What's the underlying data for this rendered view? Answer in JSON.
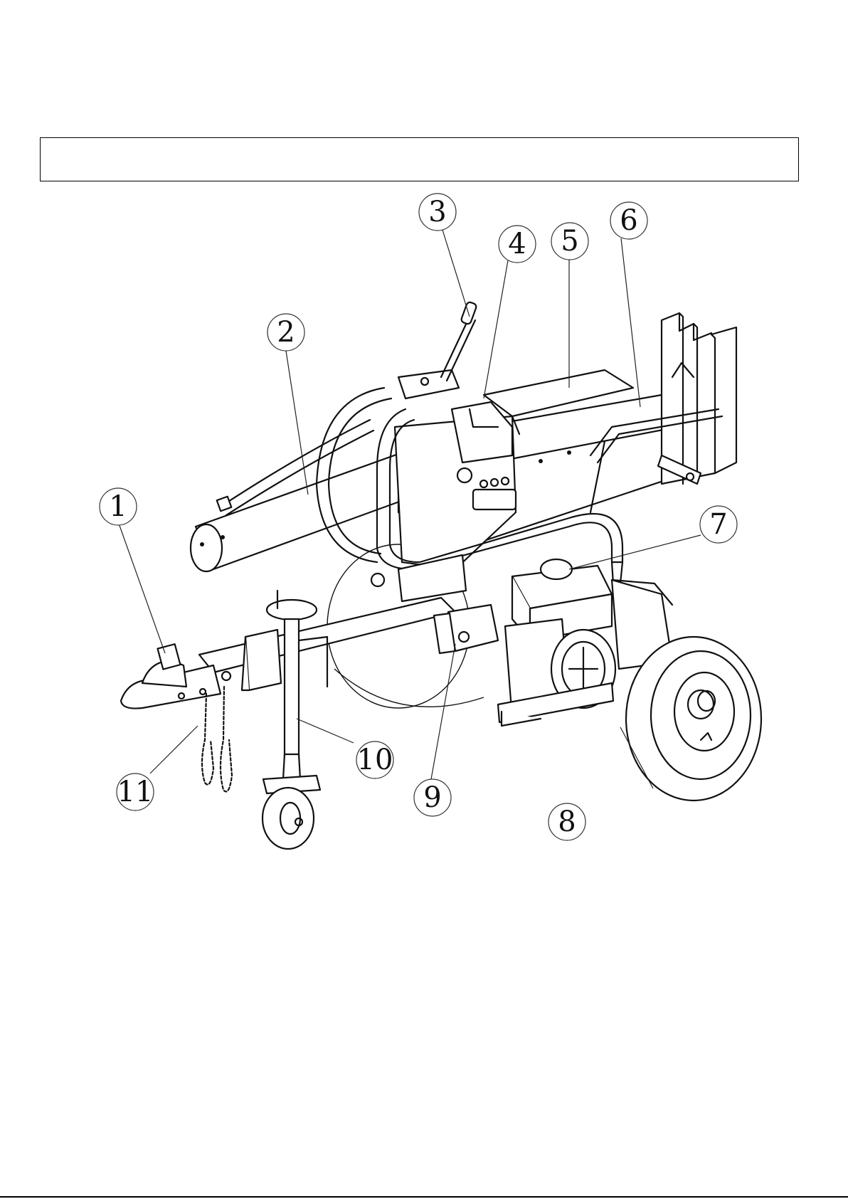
{
  "header_box": {
    "text": ""
  },
  "callouts": [
    {
      "id": "1",
      "label": "1"
    },
    {
      "id": "2",
      "label": "2"
    },
    {
      "id": "3",
      "label": "3"
    },
    {
      "id": "4",
      "label": "4"
    },
    {
      "id": "5",
      "label": "5"
    },
    {
      "id": "6",
      "label": "6"
    },
    {
      "id": "7",
      "label": "7"
    },
    {
      "id": "8",
      "label": "8"
    },
    {
      "id": "9",
      "label": "9"
    },
    {
      "id": "10",
      "label": "10"
    },
    {
      "id": "11",
      "label": "11"
    }
  ],
  "colors": {
    "line": "#111111",
    "background": "#ffffff"
  }
}
